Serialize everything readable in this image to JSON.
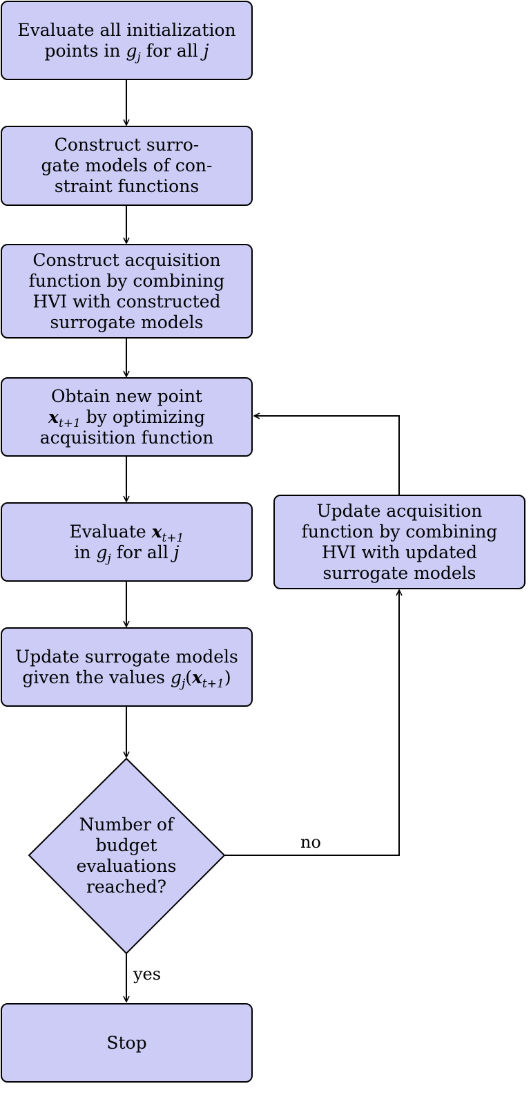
{
  "nodes": {
    "init_eval": {
      "lines": [
        "Evaluate all initialization"
      ],
      "line2_pre": "points in ",
      "line2_g": "g",
      "line2_gsub": "j",
      "line2_mid": " for all ",
      "line2_j": "j"
    },
    "construct_surrogate": {
      "lines": [
        "Construct surro-",
        "gate models of con-",
        "straint functions"
      ]
    },
    "construct_acq": {
      "lines": [
        "Construct acquisition",
        "function by combining",
        "HVI with constructed",
        "surrogate models"
      ]
    },
    "obtain_point": {
      "line1": "Obtain new point",
      "x": "x",
      "xsub": "t+1",
      "line2_rest": " by optimizing",
      "line3": "acquisition function"
    },
    "eval_new": {
      "line1_pre": "Evaluate ",
      "x": "x",
      "xsub": "t+1",
      "line2_pre": "in ",
      "g": "g",
      "gsub": "j",
      "line2_mid": " for all ",
      "j": "j"
    },
    "update_surrogate": {
      "line1": "Update surrogate models",
      "line2_pre": "given the values ",
      "g": "g",
      "gsub": "j",
      "open": "(",
      "x": "x",
      "xsub": "t+1",
      "close": ")"
    },
    "decision": {
      "lines": [
        "Number of",
        "budget",
        "evaluations",
        "reached?"
      ]
    },
    "update_acq": {
      "lines": [
        "Update acquisition",
        "function by combining",
        "HVI with updated",
        "surrogate models"
      ]
    },
    "stop": {
      "label": "Stop"
    }
  },
  "edges": {
    "no_label": "no",
    "yes_label": "yes"
  },
  "colors": {
    "node_fill": "#ccccf7",
    "stroke": "#000000"
  }
}
